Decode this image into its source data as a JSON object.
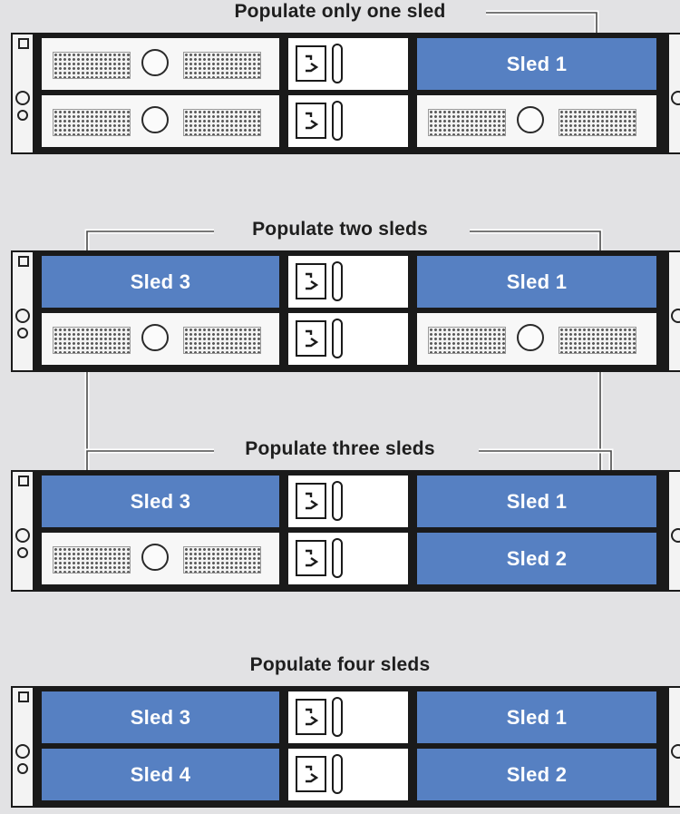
{
  "diagrams": [
    {
      "heading": "Populate only one sled",
      "sleds": {
        "top_left": "",
        "bottom_left": "",
        "top_right": "Sled 1",
        "bottom_right": ""
      }
    },
    {
      "heading": "Populate two sleds",
      "sleds": {
        "top_left": "Sled 3",
        "bottom_left": "",
        "top_right": "Sled 1",
        "bottom_right": ""
      }
    },
    {
      "heading": "Populate three sleds",
      "sleds": {
        "top_left": "Sled 3",
        "bottom_left": "",
        "top_right": "Sled 1",
        "bottom_right": "Sled 2"
      }
    },
    {
      "heading": "Populate four sleds",
      "sleds": {
        "top_left": "Sled 3",
        "bottom_left": "Sled 4",
        "top_right": "Sled 1",
        "bottom_right": "Sled 2"
      }
    }
  ],
  "colors": {
    "sled_fill": "#5680c2",
    "chassis": "#1a1a1a",
    "background": "#e2e2e4",
    "blank_bay": "#f7f7f7"
  },
  "icons": {
    "power_inlet": "power-inlet-icon",
    "psu_handle": "psu-handle-icon",
    "blank_vent": "vent-grille-icon",
    "blank_knob": "knob-icon"
  }
}
